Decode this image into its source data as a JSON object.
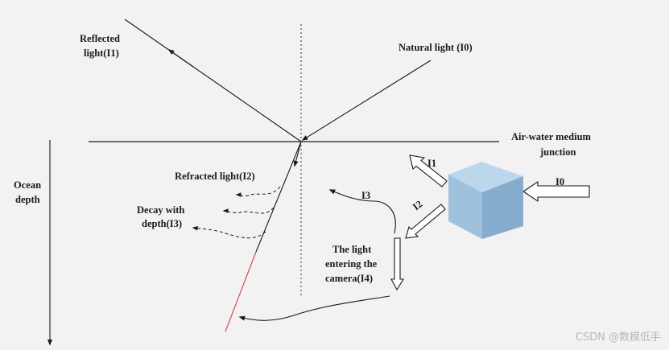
{
  "labels": {
    "reflected_line1": "Reflected",
    "reflected_line2": "light(I1)",
    "natural": "Natural light (I0)",
    "junction_line1": "Air-water medium",
    "junction_line2": "junction",
    "ocean_line1": "Ocean",
    "ocean_line2": "depth",
    "refracted": "Refracted light(I2)",
    "decay_line1": "Decay with",
    "decay_line2": "depth(I3)",
    "camera_line1": "The light",
    "camera_line2": "entering the",
    "camera_line3": "camera(I4)",
    "i1": "I1",
    "i0": "I0",
    "i2": "I2",
    "i3": "I3"
  },
  "watermark": "CSDN @数模低手",
  "colors": {
    "cube_front": "#9ec2de",
    "cube_top": "#bcd7ec",
    "cube_side": "#86adcd",
    "deep_ray": "#e04040"
  }
}
